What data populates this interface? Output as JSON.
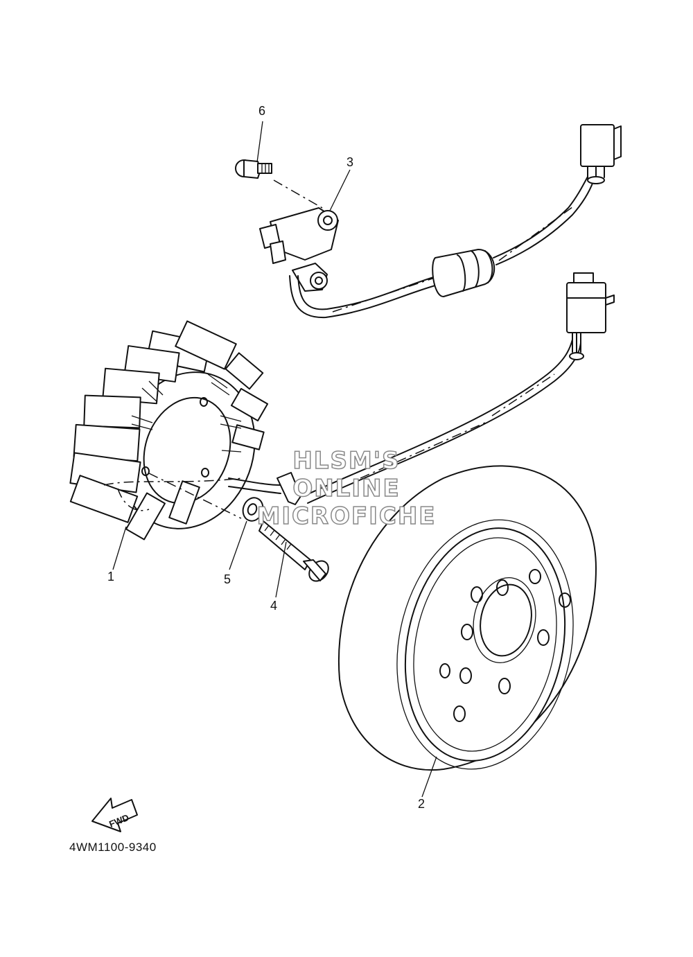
{
  "callouts": {
    "stator": "1",
    "rotor": "2",
    "pickup_coil": "3",
    "bolt": "4",
    "washer": "5",
    "screw": "6"
  },
  "part_code": "4WM1100-9340",
  "fwd_label": "FWD",
  "watermark": {
    "line1": "HLSM'S",
    "line2": "ONLINE",
    "line3": "MICROFICHE"
  }
}
